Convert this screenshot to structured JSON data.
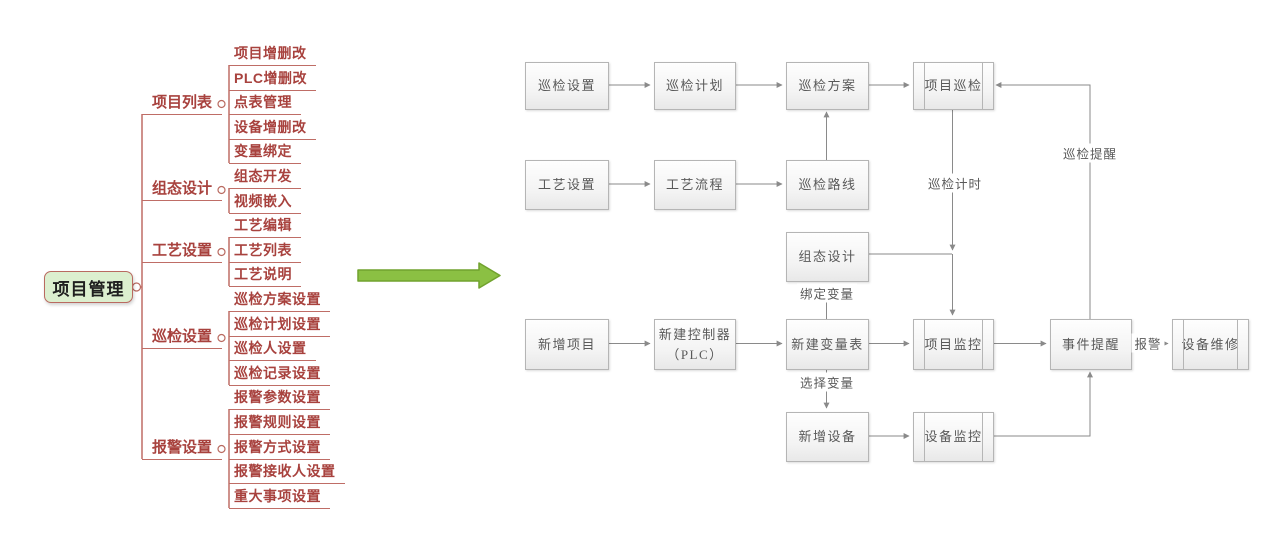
{
  "mindmap": {
    "root": {
      "label": "项目管理"
    },
    "branches": [
      {
        "label": "项目列表",
        "children": [
          "项目增删改",
          "PLC增删改",
          "点表管理",
          "设备增删改",
          "变量绑定"
        ]
      },
      {
        "label": "组态设计",
        "children": [
          "组态开发",
          "视频嵌入"
        ]
      },
      {
        "label": "工艺设置",
        "children": [
          "工艺编辑",
          "工艺列表",
          "工艺说明"
        ]
      },
      {
        "label": "巡检设置",
        "children": [
          "巡检方案设置",
          "巡检计划设置",
          "巡检人设置",
          "巡检记录设置"
        ]
      },
      {
        "label": "报警设置",
        "children": [
          "报警参数设置",
          "报警规则设置",
          "报警方式设置",
          "报警接收人设置",
          "重大事项设置"
        ]
      }
    ],
    "colors": {
      "root_fill": "#dcefcf",
      "line": "#bf6d66",
      "text": "#a8423e",
      "root_border": "#b96a60"
    }
  },
  "flowchart": {
    "nodes": {
      "inspection_settings": {
        "label": "巡检设置",
        "shape": "rect"
      },
      "inspection_plan": {
        "label": "巡检计划",
        "shape": "rect"
      },
      "inspection_scheme": {
        "label": "巡检方案",
        "shape": "rect"
      },
      "project_inspection": {
        "label": "项目巡检",
        "shape": "predefined-process"
      },
      "process_settings": {
        "label": "工艺设置",
        "shape": "rect"
      },
      "process_flow": {
        "label": "工艺流程",
        "shape": "rect"
      },
      "inspection_route": {
        "label": "巡检路线",
        "shape": "rect"
      },
      "configuration_design": {
        "label": "组态设计",
        "shape": "rect"
      },
      "new_project": {
        "label": "新增项目",
        "shape": "rect"
      },
      "new_controller": {
        "label": "新建控制器\n（PLC）",
        "shape": "rect"
      },
      "new_variable_table": {
        "label": "新建变量表",
        "shape": "rect"
      },
      "project_monitoring": {
        "label": "项目监控",
        "shape": "predefined-process"
      },
      "event_reminder": {
        "label": "事件提醒",
        "shape": "rect"
      },
      "equipment_maintenance": {
        "label": "设备维修",
        "shape": "predefined-process"
      },
      "new_equipment": {
        "label": "新增设备",
        "shape": "rect"
      },
      "equipment_monitoring": {
        "label": "设备监控",
        "shape": "predefined-process"
      }
    },
    "edge_labels": {
      "inspection_timing": "巡检计时",
      "inspection_reminder": "巡检提醒",
      "bind_variable": "绑定变量",
      "select_variable": "选择变量",
      "alarm": "报警"
    },
    "colors": {
      "edge": "#8a8a8a",
      "node_border": "#b5b5b5",
      "node_text": "#595959"
    }
  },
  "transform_arrow": {
    "fill": "#8bc043",
    "stroke": "#71a22e"
  }
}
